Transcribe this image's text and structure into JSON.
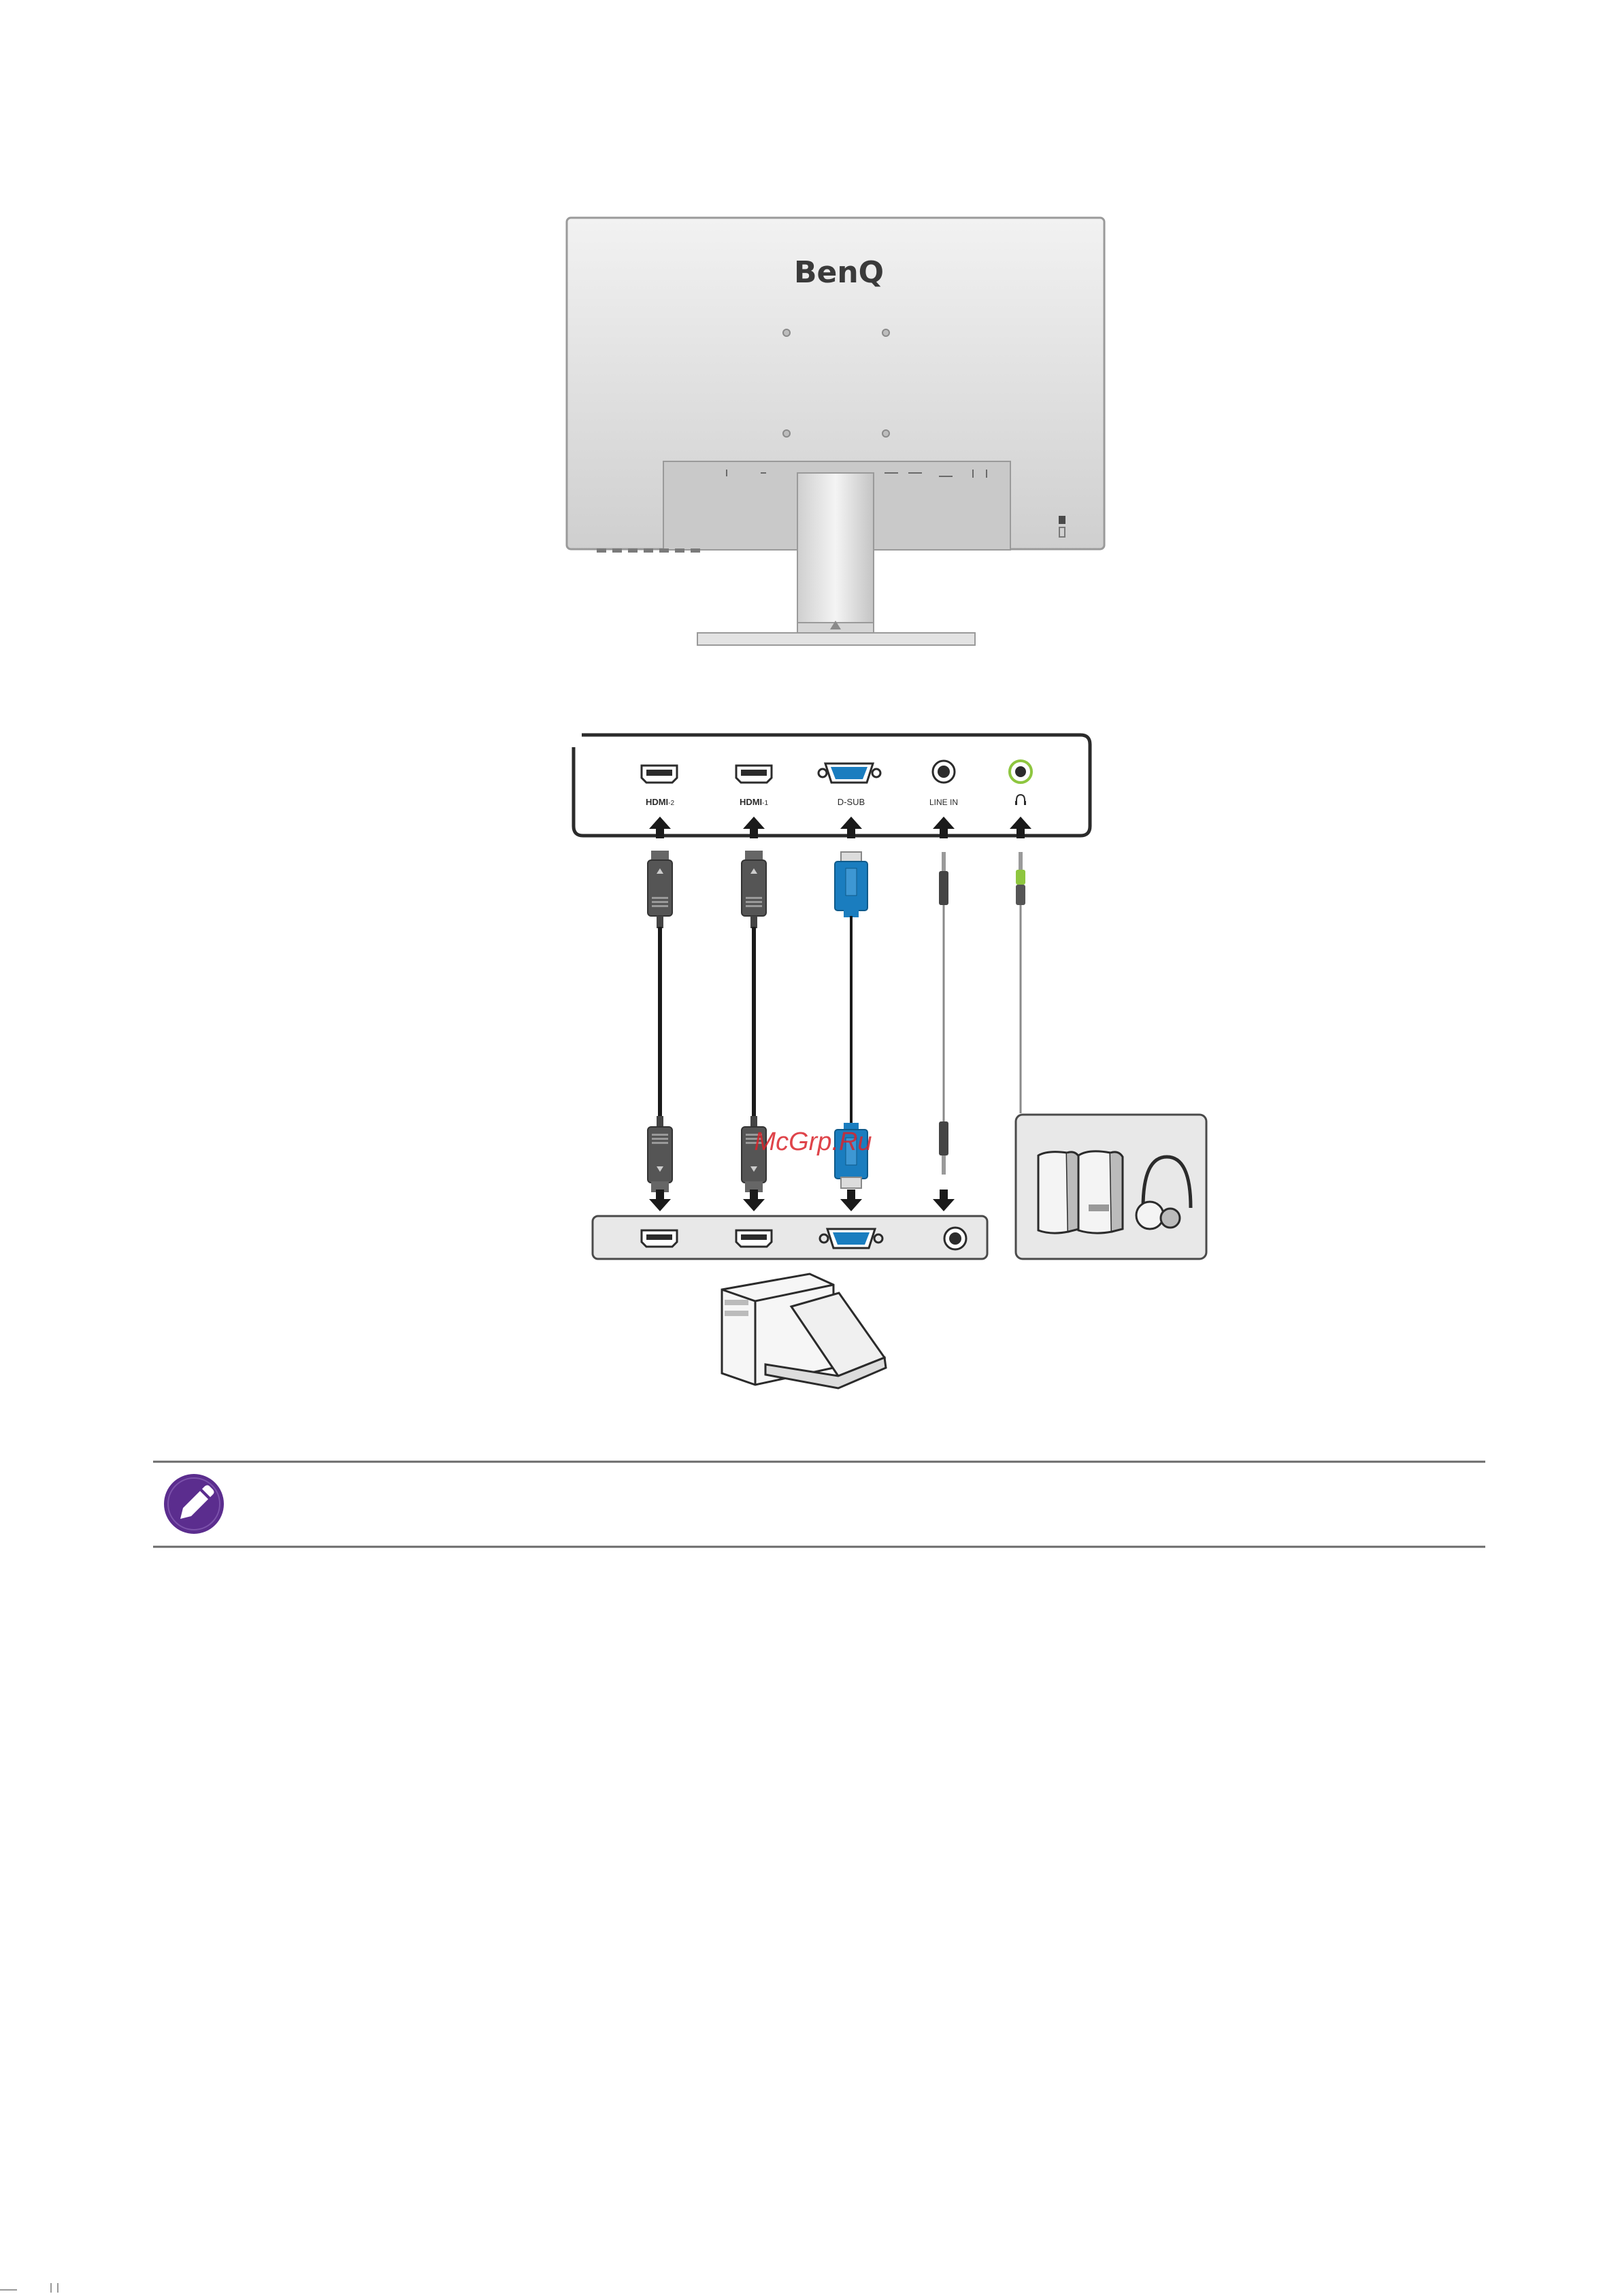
{
  "monitor": {
    "brand": "BenQ"
  },
  "ports": [
    {
      "label_bold": "HDMI",
      "label_suffix": "-2",
      "type": "hdmi"
    },
    {
      "label_bold": "HDMI",
      "label_suffix": "-1",
      "type": "hdmi"
    },
    {
      "label_bold": "D-SUB",
      "label_suffix": "",
      "type": "vga"
    },
    {
      "label_bold": "LINE IN",
      "label_suffix": "",
      "type": "audio"
    },
    {
      "label_bold": "",
      "label_suffix": "",
      "type": "headphone",
      "icon": "headphone-icon"
    }
  ],
  "watermark": "McGrp.Ru",
  "note": {
    "icon": "pencil-note-icon",
    "icon_color": "#5b2d8e"
  },
  "colors": {
    "vga_blue": "#1a7dbf",
    "cable_dark": "#555555",
    "audio_green": "#8ec63f",
    "watermark_red": "#d9232a"
  }
}
